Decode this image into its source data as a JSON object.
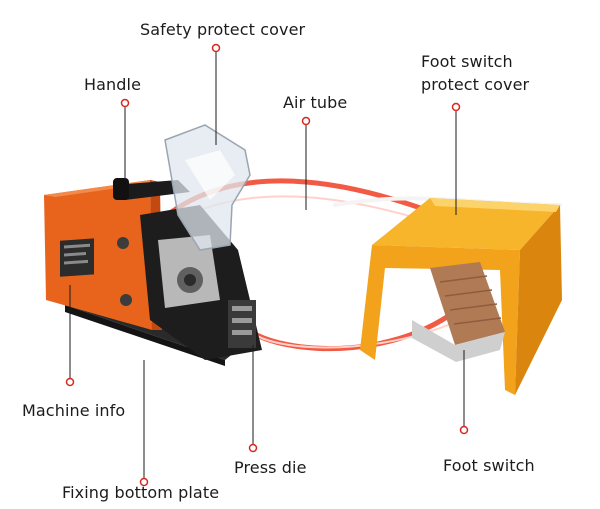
{
  "diagram": {
    "labels": {
      "safety_cover": "Safety protect cover",
      "handle": "Handle",
      "air_tube": "Air tube",
      "foot_switch_cover_line1": "Foot switch",
      "foot_switch_cover_line2": "protect cover",
      "machine_info": "Machine info",
      "press_die": "Press die",
      "foot_switch": "Foot switch",
      "fixing_plate": "Fixing bottom plate"
    },
    "colors": {
      "machine_body": "#e8641c",
      "pedal_cover": "#f2a31b",
      "pedal_plate": "#b07a55",
      "air_tube": "#f25a44",
      "callout_marker": "#d9271f",
      "callout_line": "#1a1a1a"
    }
  }
}
